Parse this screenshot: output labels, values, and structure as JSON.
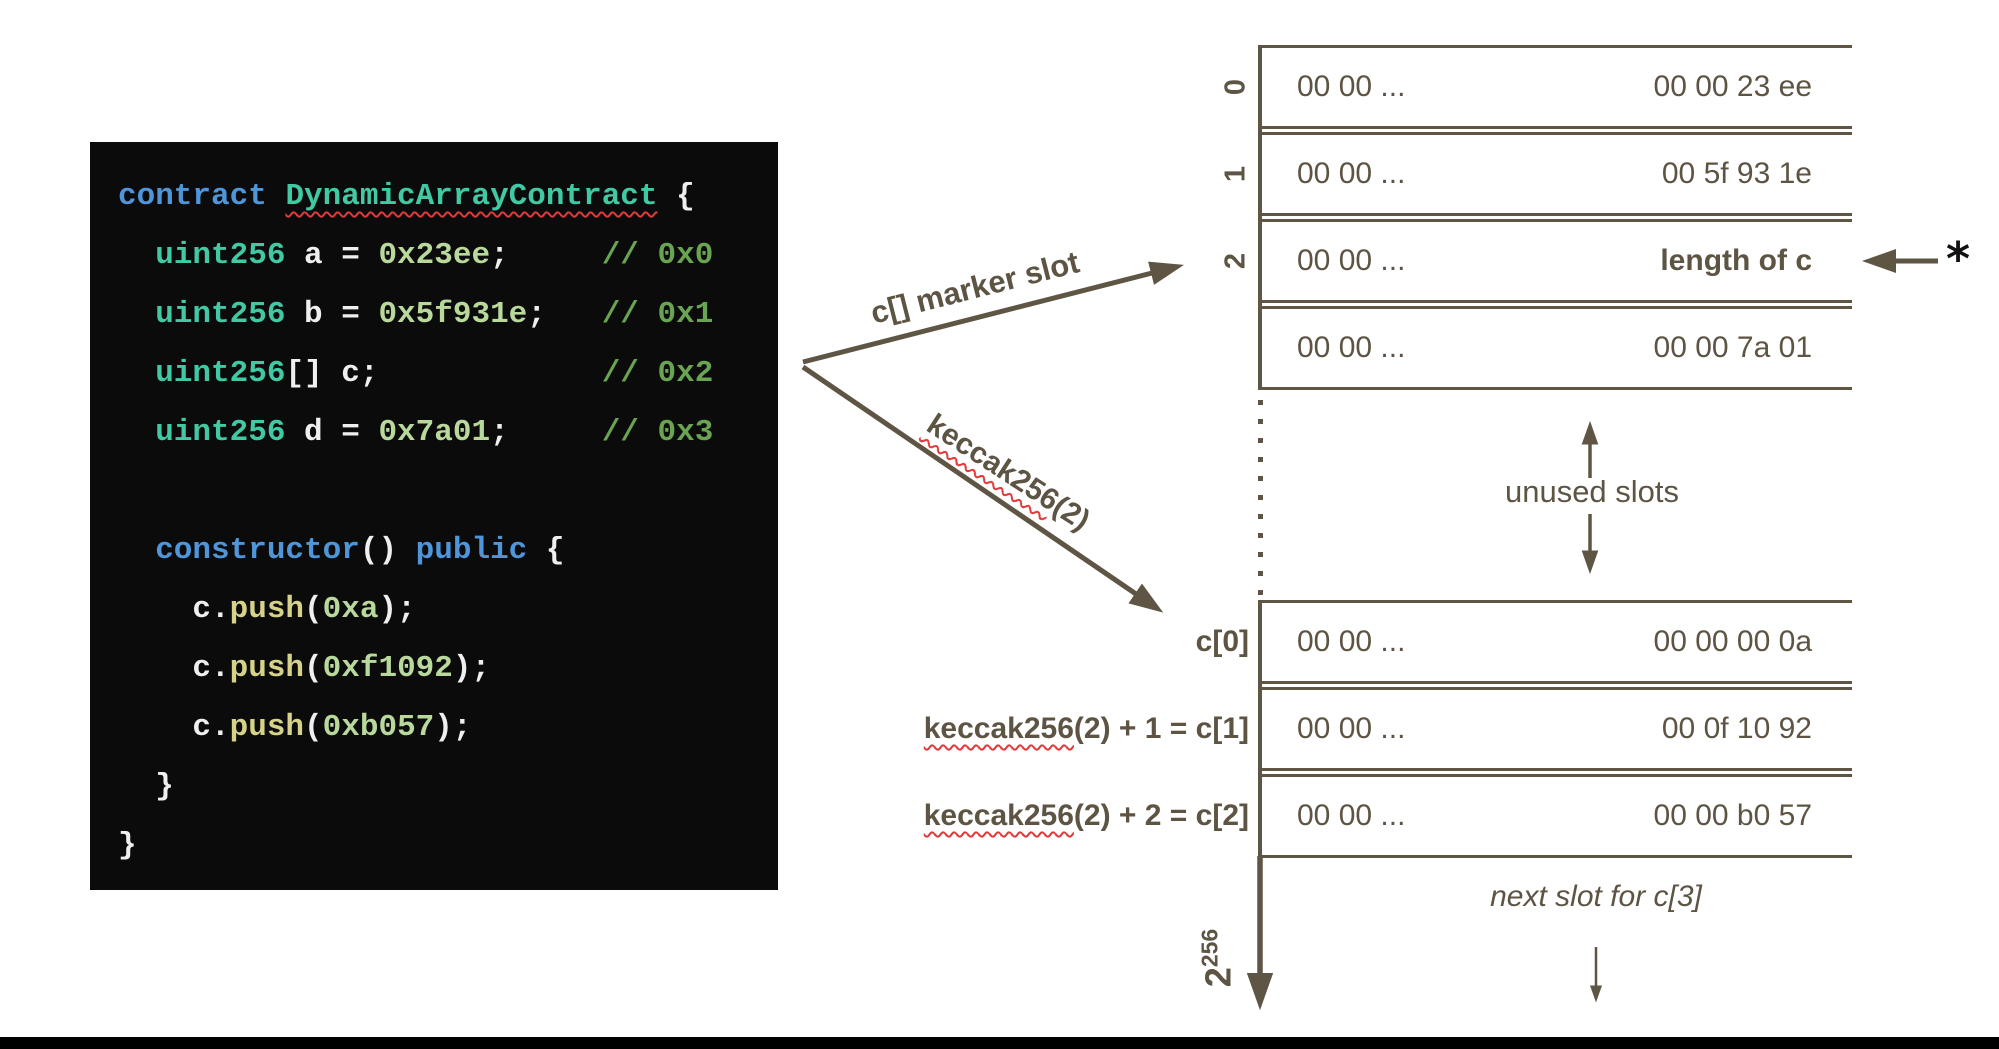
{
  "colors": {
    "diagram_text": "#5d5443",
    "diagram_line": "#5e5544",
    "squiggle_red": "#e03a3a",
    "code_background": "#0b0b0b",
    "code_keyword_blue": "#4e96d9",
    "code_type_teal": "#41c9a4",
    "code_plain_white": "#efefef",
    "code_value_green": "#b9d89b",
    "code_comment_green": "#69a452",
    "code_function_olive": "#d6d388",
    "asterisk_black": "#111111"
  },
  "code_panel": {
    "lines": [
      [
        [
          "kw",
          "contract "
        ],
        [
          "cls",
          "DynamicArrayContract"
        ],
        [
          "plain",
          " {"
        ]
      ],
      [
        [
          "type",
          "  uint256"
        ],
        [
          "plain",
          " a = "
        ],
        [
          "val",
          "0x23ee"
        ],
        [
          "plain",
          ";"
        ],
        [
          "cmt",
          "     // 0x0"
        ]
      ],
      [
        [
          "type",
          "  uint256"
        ],
        [
          "plain",
          " b = "
        ],
        [
          "val",
          "0x5f931e"
        ],
        [
          "plain",
          ";"
        ],
        [
          "cmt",
          "   // 0x1"
        ]
      ],
      [
        [
          "type",
          "  uint256"
        ],
        [
          "plain",
          "[] c;"
        ],
        [
          "cmt",
          "            // 0x2"
        ]
      ],
      [
        [
          "type",
          "  uint256"
        ],
        [
          "plain",
          " d = "
        ],
        [
          "val",
          "0x7a01"
        ],
        [
          "plain",
          ";"
        ],
        [
          "cmt",
          "     // 0x3"
        ]
      ],
      [],
      [
        [
          "kw",
          "  constructor"
        ],
        [
          "plain",
          "()"
        ],
        [
          "kw",
          " public"
        ],
        [
          "plain",
          " {"
        ]
      ],
      [
        [
          "plain",
          "    c."
        ],
        [
          "fn",
          "push"
        ],
        [
          "plain",
          "("
        ],
        [
          "val",
          "0xa"
        ],
        [
          "plain",
          ");"
        ]
      ],
      [
        [
          "plain",
          "    c."
        ],
        [
          "fn",
          "push"
        ],
        [
          "plain",
          "("
        ],
        [
          "val",
          "0xf1092"
        ],
        [
          "plain",
          ");"
        ]
      ],
      [
        [
          "plain",
          "    c."
        ],
        [
          "fn",
          "push"
        ],
        [
          "plain",
          "("
        ],
        [
          "val",
          "0xb057"
        ],
        [
          "plain",
          ");"
        ]
      ],
      [
        [
          "plain",
          "  }"
        ]
      ],
      [
        [
          "plain",
          "}"
        ]
      ]
    ]
  },
  "storage_top": {
    "rows": [
      {
        "slot": "0",
        "left": "00 00 ...",
        "right": "00 00 23 ee",
        "bold": false
      },
      {
        "slot": "1",
        "left": "00 00 ...",
        "right": "00 5f 93 1e",
        "bold": false
      },
      {
        "slot": "2",
        "left": "00 00 ...",
        "right": "length of c",
        "bold": true
      },
      {
        "slot": "",
        "left": "00 00 ...",
        "right": "00 00 7a 01",
        "bold": false
      }
    ]
  },
  "storage_bottom": {
    "rows": [
      {
        "label_keccak": "",
        "label_rest": "c[0]",
        "left": "00 00 ...",
        "right": "00 00 00 0a"
      },
      {
        "label_keccak": "keccak256",
        "label_rest": "(2) + 1 = c[1]",
        "left": "00 00 ...",
        "right": "00 0f 10 92"
      },
      {
        "label_keccak": "keccak256",
        "label_rest": "(2) + 2 = c[2]",
        "left": "00 00 ...",
        "right": "00 00 b0 57"
      }
    ]
  },
  "annotations": {
    "marker_slot_label": "c[] marker slot",
    "keccak_label_keccak": "keccak256",
    "keccak_label_rest": "(2)",
    "unused_slots": "unused slots",
    "next_slot": "next slot for c[3]",
    "asterisk": "*",
    "power_base": "2",
    "power_exp": "256"
  }
}
